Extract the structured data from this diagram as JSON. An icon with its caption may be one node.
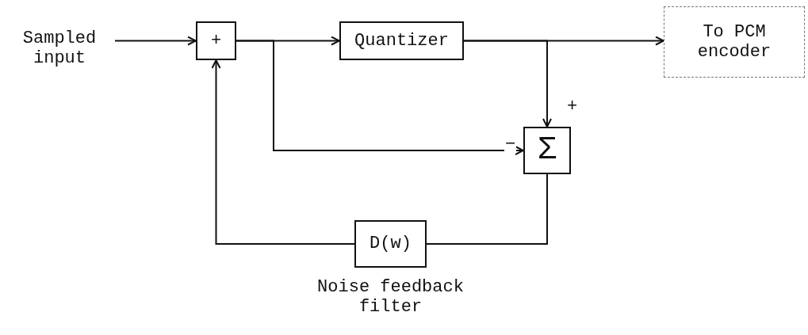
{
  "diagram": {
    "nodes": [
      {
        "text": [
          "Sampled input"
        ]
      },
      {
        "text": [
          "+"
        ]
      },
      {
        "text": [
          "Quantizer"
        ]
      },
      {
        "text": [
          "To PCM encoder"
        ]
      },
      {
        "text": [
          "Σ"
        ]
      },
      {
        "text": [
          "D(w)"
        ],
        "beside": [
          "Noise feedback filter"
        ]
      }
    ],
    "edges": [
      {
        "from": 0,
        "to": 1,
        "arrow": "to"
      },
      {
        "from": 1,
        "to": 2,
        "arrow": "to"
      },
      {
        "from": 1,
        "to": 4,
        "arrow": "to",
        "label": "−"
      },
      {
        "from": 2,
        "to": 3,
        "arrow": "to"
      },
      {
        "from": 2,
        "to": 4,
        "arrow": "to",
        "label": "+"
      },
      {
        "from": 4,
        "to": 5,
        "arrow": "none"
      },
      {
        "from": 5,
        "to": 1,
        "arrow": "to"
      }
    ]
  }
}
